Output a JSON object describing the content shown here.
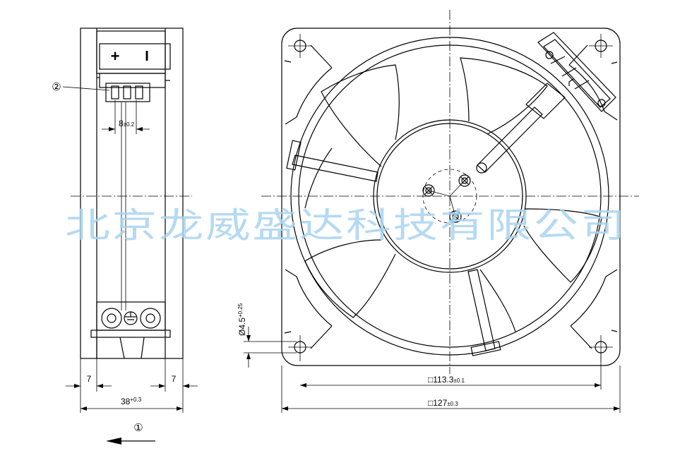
{
  "side_view": {
    "terminal_plus": "+",
    "terminal_minus": "I",
    "callout_label": "②",
    "pitch_value": "8",
    "pitch_tol": "±0.2",
    "rib_left": "7",
    "rib_right": "7",
    "depth_value": "38",
    "depth_tol": "+0.3",
    "airflow_label": "①"
  },
  "front_view": {
    "hole_dia_value": "Ø4.5",
    "hole_dia_tol": "+0.25",
    "hole_pitch_value": "□113.3",
    "hole_pitch_tol": "±0.1",
    "frame_value": "□127",
    "frame_tol": "±0.3"
  },
  "watermark": "北京龙威盛达科技有限公司"
}
